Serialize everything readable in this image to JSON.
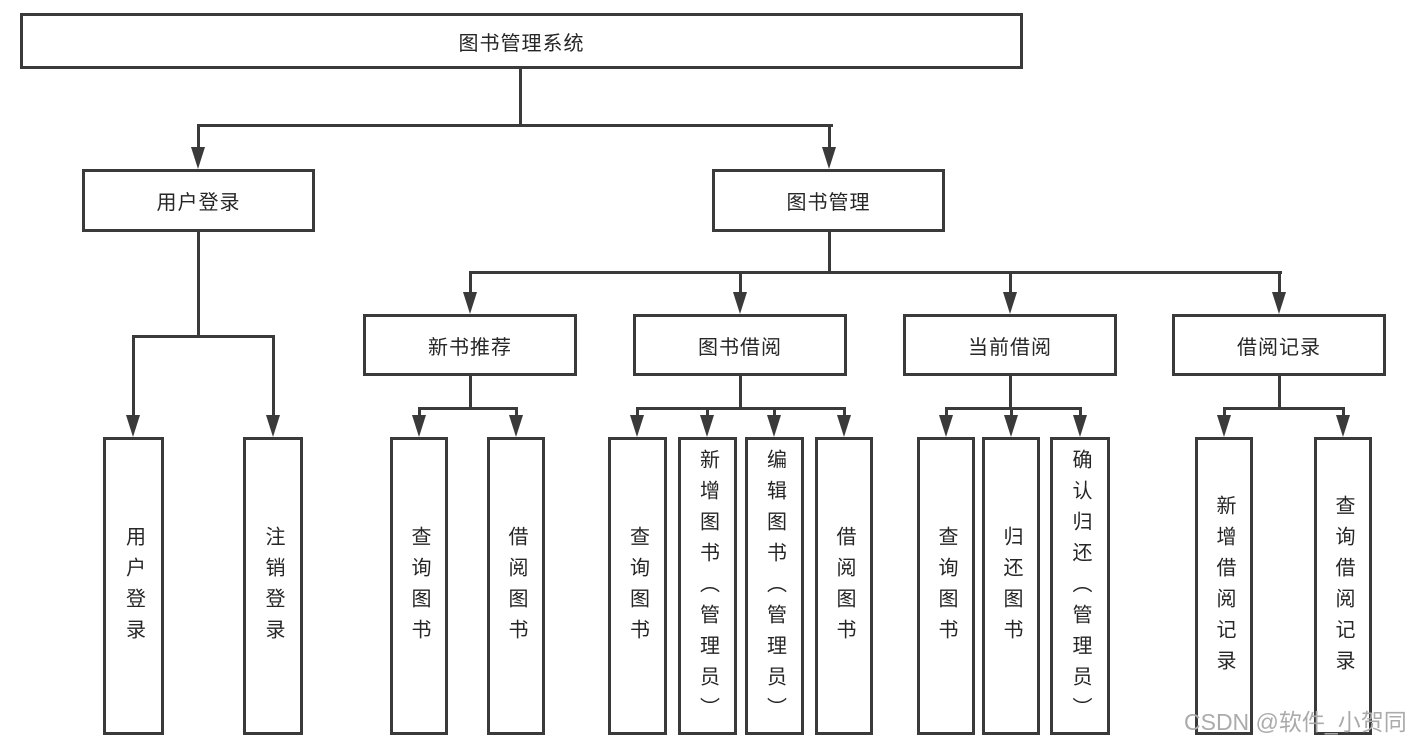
{
  "colors": {
    "line": "#3a3a3a",
    "text": "#262626",
    "watermark": "#ababab",
    "background": "#ffffff"
  },
  "tree": {
    "label": "图书管理系统",
    "children": [
      {
        "label": "用户登录",
        "children": [
          {
            "label": "用户登录"
          },
          {
            "label": "注销登录"
          }
        ]
      },
      {
        "label": "图书管理",
        "children": [
          {
            "label": "新书推荐",
            "children": [
              {
                "label": "查询图书"
              },
              {
                "label": "借阅图书"
              }
            ]
          },
          {
            "label": "图书借阅",
            "children": [
              {
                "label": "查询图书"
              },
              {
                "label": "新增图书（管理员）"
              },
              {
                "label": "编辑图书（管理员）"
              },
              {
                "label": "借阅图书"
              }
            ]
          },
          {
            "label": "当前借阅",
            "children": [
              {
                "label": "查询图书"
              },
              {
                "label": "归还图书"
              },
              {
                "label": "确认归还（管理员）"
              }
            ]
          },
          {
            "label": "借阅记录",
            "children": [
              {
                "label": "新增借阅记录"
              },
              {
                "label": "查询借阅记录"
              }
            ]
          }
        ]
      }
    ]
  },
  "watermark": "CSDN @软件_小贺同学"
}
